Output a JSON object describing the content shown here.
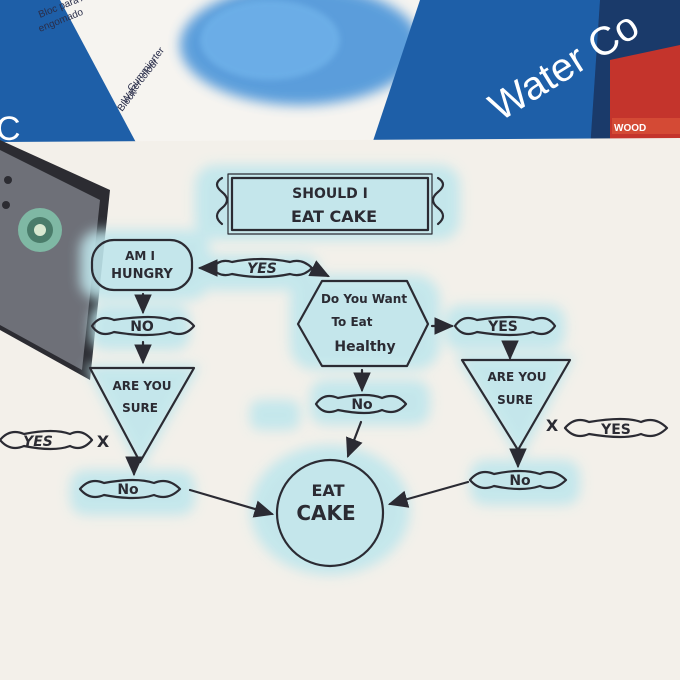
{
  "colors": {
    "paper": "#f3f0ea",
    "ink": "#2b2b33",
    "shimmer": "#bfe6ec",
    "pad_blue": "#1e5fa8",
    "pad_white": "#f6f4f0"
  },
  "background": {
    "pad_text_1": "Bloc para Acuarela",
    "pad_text_2": "engomado",
    "pad_text_3": "Gummierter",
    "pad_text_4": "Watercolour",
    "pad_text_5": "Block",
    "pad_brand": "Water Co",
    "pad_left_letter": "C",
    "box_label": "WOOD"
  },
  "flowchart": {
    "title_line1": "SHOULD I",
    "title_line2": "EAT CAKE",
    "hungry_line1": "AM I",
    "hungry_line2": "HUNGRY",
    "yes_to_healthy": "YES",
    "no_hungry": "NO",
    "healthy_line1": "Do You Want",
    "healthy_line2": "To Eat",
    "healthy_line3": "Healthy",
    "yes_healthy": "YES",
    "no_healthy": "No",
    "sure_left_line1": "ARE YOU",
    "sure_left_line2": "SURE",
    "sure_right_line1": "ARE YOU",
    "sure_right_line2": "SURE",
    "yes_left": "YES",
    "yes_right": "YES",
    "no_left": "No",
    "no_right": "No",
    "cake_line1": "EAT",
    "cake_line2": "CAKE",
    "x_mark": "X"
  }
}
